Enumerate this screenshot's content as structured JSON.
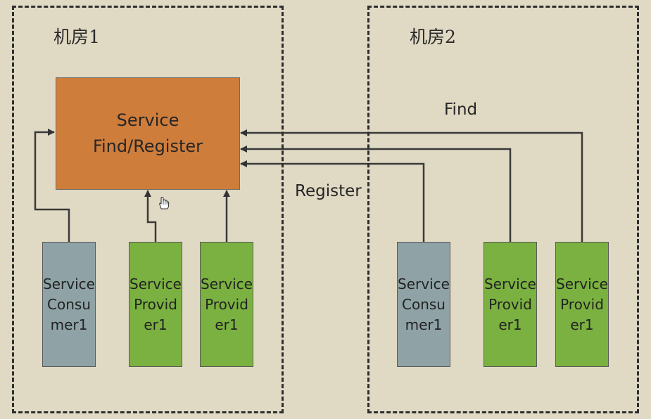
{
  "rooms": [
    {
      "label": "机房1"
    },
    {
      "label": "机房2"
    }
  ],
  "registry": {
    "line1": "Service",
    "line2": "Find/Register"
  },
  "nodes": {
    "r1_consumer": [
      "Service",
      "Consu",
      "mer1"
    ],
    "r1_provider_a": [
      "Service",
      "Provid",
      "er1"
    ],
    "r1_provider_b": [
      "Service",
      "Provid",
      "er1"
    ],
    "r2_consumer": [
      "Service",
      "Consu",
      "mer1"
    ],
    "r2_provider_a": [
      "Service",
      "Provid",
      "er1"
    ],
    "r2_provider_b": [
      "Service",
      "Provid",
      "er1"
    ]
  },
  "flow_labels": {
    "find": "Find",
    "register": "Register"
  },
  "colors": {
    "background": "#e0d9c3",
    "registry": "#cf7d3b",
    "consumer": "#8fa3a6",
    "provider": "#7bb140",
    "line": "#3a3a3a"
  }
}
